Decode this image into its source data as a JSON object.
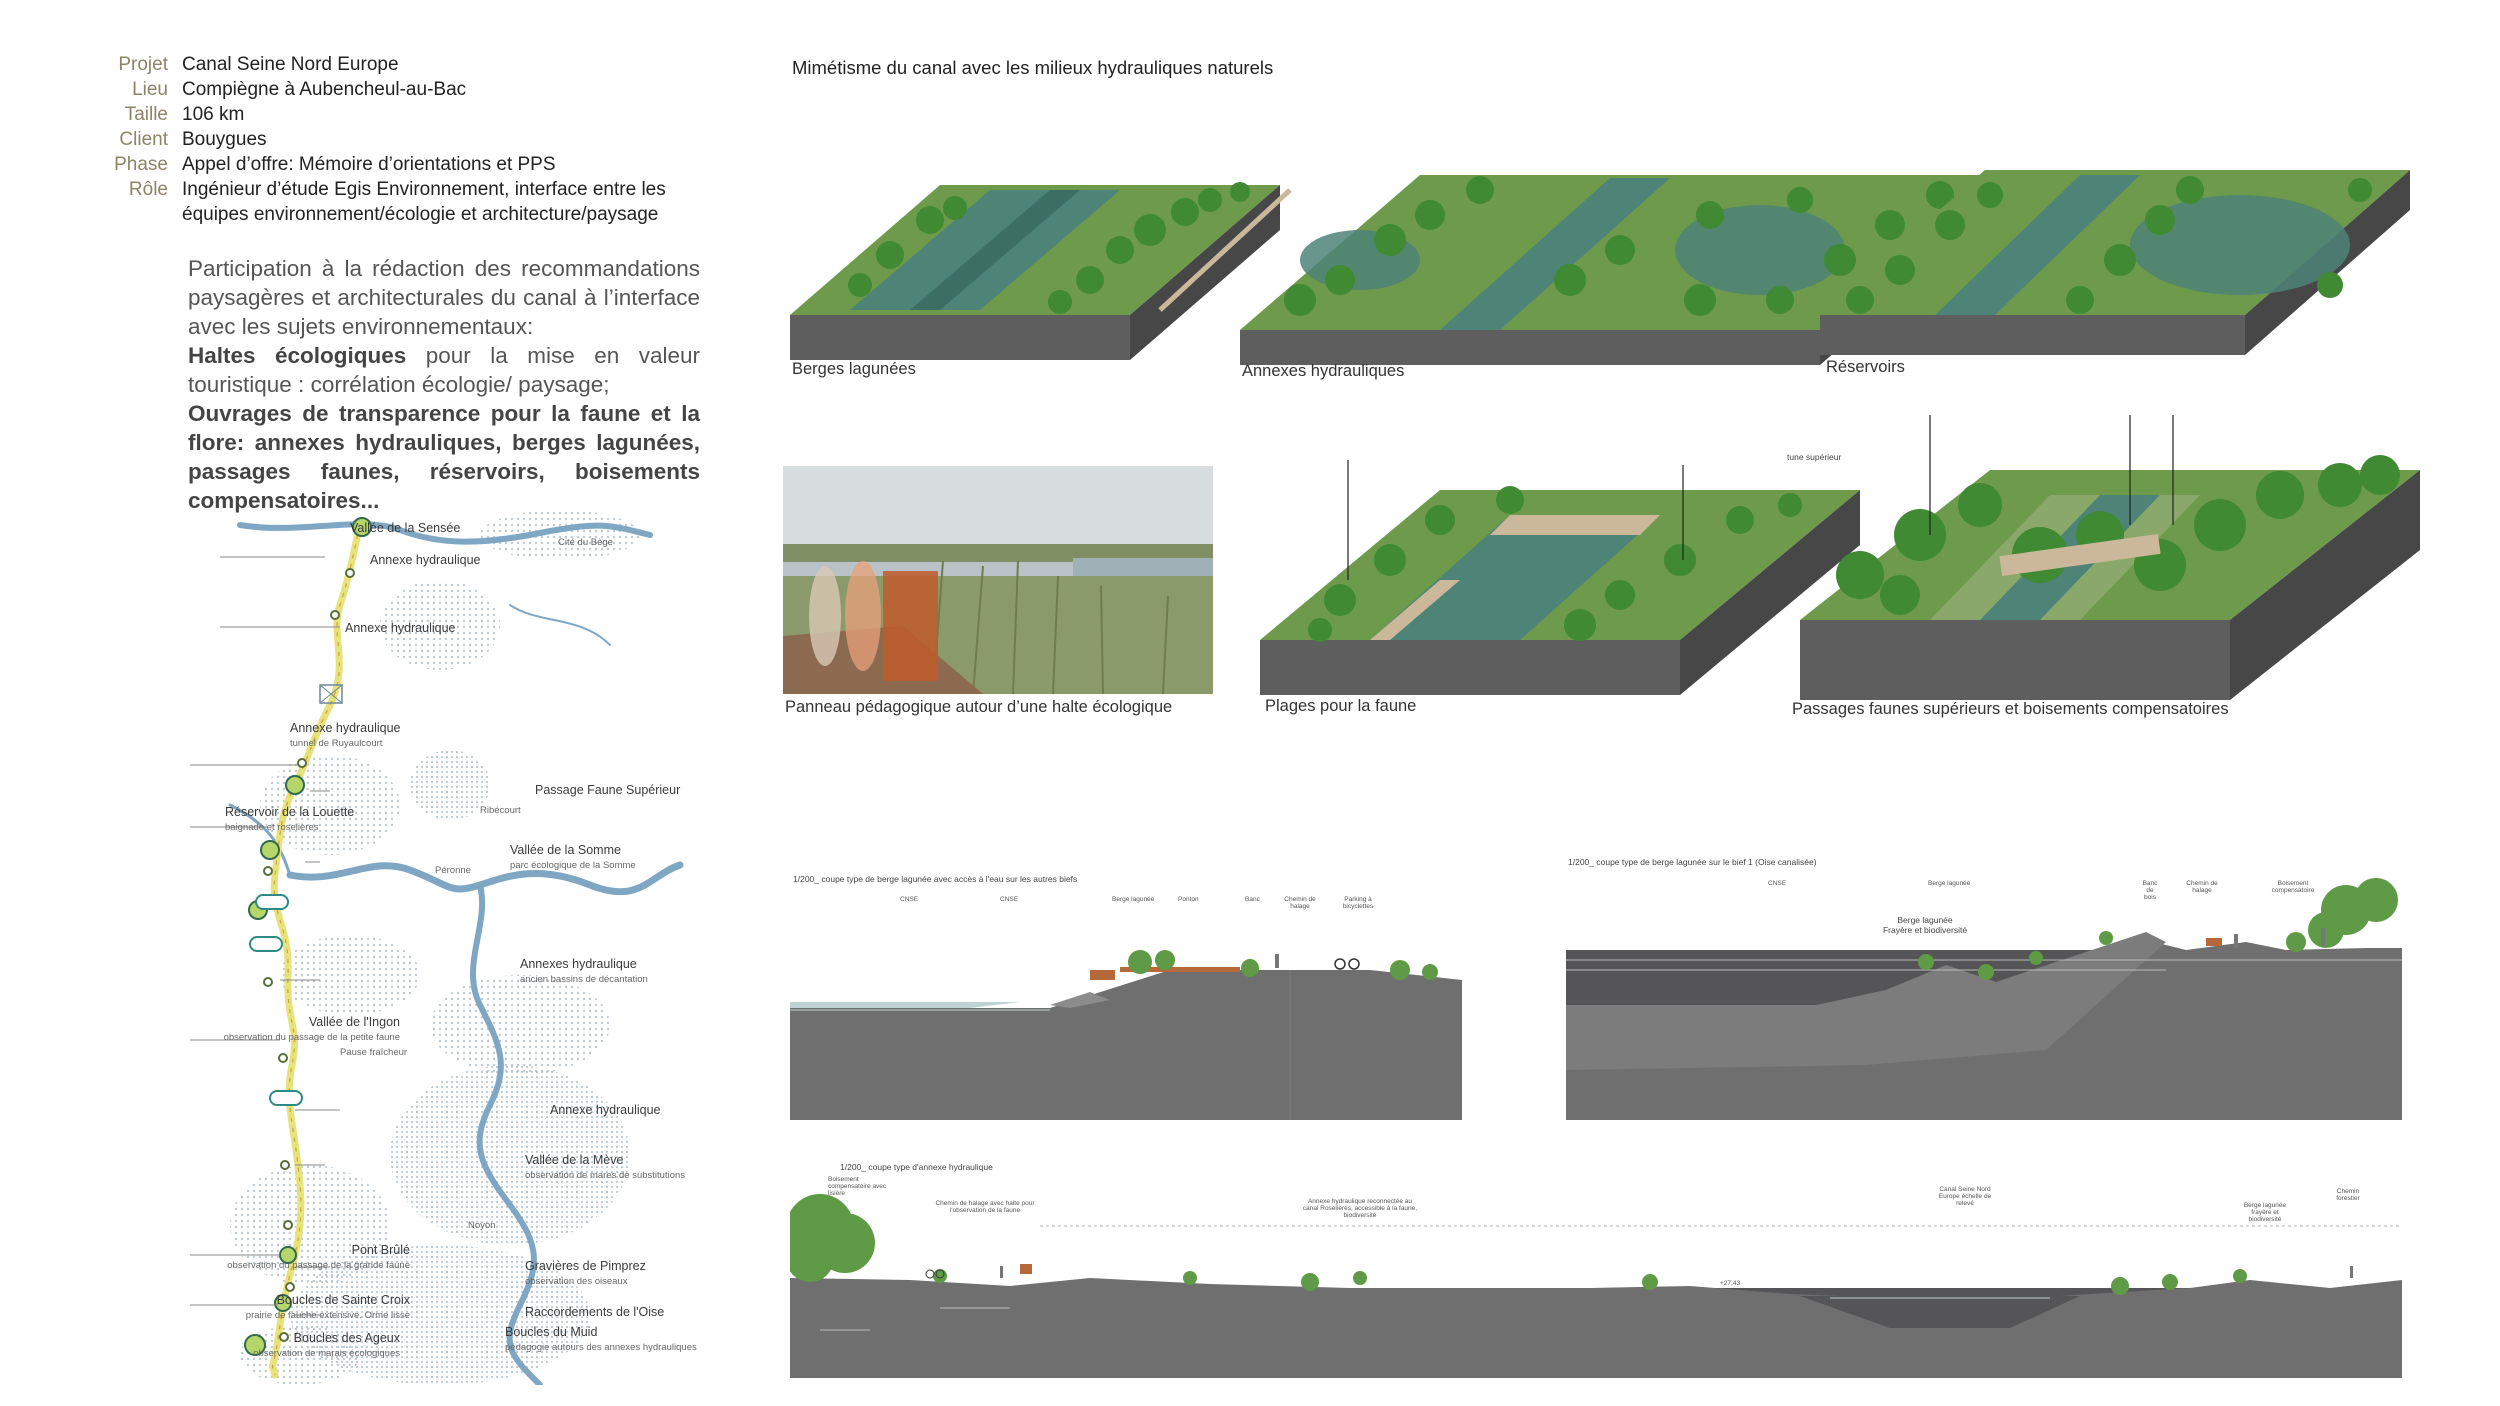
{
  "project_info": [
    {
      "key": "Projet",
      "value": "Canal Seine Nord Europe"
    },
    {
      "key": "Lieu",
      "value": "Compiègne à Aubencheul-au-Bac"
    },
    {
      "key": "Taille",
      "value": "106 km"
    },
    {
      "key": "Client",
      "value": "Bouygues"
    },
    {
      "key": "Phase",
      "value": "Appel d’offre: Mémoire d’orientations et PPS"
    },
    {
      "key": "Rôle",
      "value": "Ingénieur d’étude Egis Environnement, interface entre les équipes environnement/écologie et architecture/paysage"
    }
  ],
  "description": {
    "intro": "Participation à la rédaction des recommandations paysagères et architecturales du canal à l’interface avec les sujets environnementaux:",
    "haltes_bold": "Haltes écologiques",
    "haltes_text": " pour la mise en valeur touristique : corrélation écologie/ paysage;",
    "ouvrages": "Ouvrages de transparence pour la faune et la flore: annexes hydrauliques, berges lagunées, passages faunes, réservoirs, boisements compensatoires..."
  },
  "map": {
    "labels": [
      {
        "text": "Vallée de la Sensée",
        "sub": ""
      },
      {
        "text": "Annexe hydraulique",
        "sub": ""
      },
      {
        "text": "Annexe hydraulique",
        "sub": ""
      },
      {
        "text": "Annexe hydraulique",
        "sub": "tunnel de Ruyaulcourt"
      },
      {
        "text": "Passage Faune Supérieur",
        "sub": ""
      },
      {
        "text": "Réservoir de la Louette",
        "sub": "baignade et roselières"
      },
      {
        "text": "Vallée de la Somme",
        "sub": "parc écologique de la Somme"
      },
      {
        "text": "Annexes hydraulique",
        "sub": "ancien bassins de décantation"
      },
      {
        "text": "Vallée de l'Ingon",
        "sub": "observation du passage de la petite faune"
      },
      {
        "text": "Annexe hydraulique",
        "sub": ""
      },
      {
        "text": "Vallée de la Mève",
        "sub": "observation de mares de substitutions"
      },
      {
        "text": "Pont Brûlé",
        "sub": "observation du passage de la grande faune"
      },
      {
        "text": "Gravières de Pimprez",
        "sub": "observation des oiseaux"
      },
      {
        "text": "Boucles de Sainte Croix",
        "sub": "prairie de fauche extensive. Orme lisse"
      },
      {
        "text": "Raccordements de l'Oise",
        "sub": ""
      },
      {
        "text": "Boucles des Ageux",
        "sub": "observation de marais écologiques"
      },
      {
        "text": "Boucles du Muid",
        "sub": "pédagogie autours des annexes hydrauliques"
      }
    ],
    "towns": [
      "Cité du Bège",
      "Péronne",
      "Noyon",
      "Ribécourt",
      "Pause fraîcheur"
    ]
  },
  "main_title": "Mimétisme du canal avec les milieux hydrauliques naturels",
  "captions": {
    "berges": "Berges lagunées",
    "annexes": "Annexes hydrauliques",
    "reservoirs": "Réservoirs",
    "panneau": "Panneau pédagogique autour d’une halte écologique",
    "plages": "Plages pour la faune",
    "passages": "Passages faunes supérieurs et boisements compensatoires"
  },
  "sections": {
    "section1_title": "1/200_ coupe type de berge lagunée avec accès à l'eau sur les autres biefs",
    "section1_labels": [
      "CNSE",
      "CNSE",
      "Berge lagunée",
      "Ponton",
      "Banc",
      "Chemin de halage",
      "Parking à bicyclettes"
    ],
    "section2_title": "1/200_ coupe type de berge lagunée sur le bief 1 (Oise canalisée)",
    "section2_labels": [
      "CNSE",
      "Berge lagunée",
      "Banc de bois",
      "Chemin de halage",
      "Boisement compensatoire"
    ],
    "section2_note": "Berge lagunée\nFrayère et biodiversité",
    "section3_title": "1/200_ coupe type d'annexe hydraulique",
    "section3_labels": [
      "Boisement compensatoire avec lisière",
      "Chemin de halage avec halte pour l'observation de la faune",
      "Annexe hydraulique reconnectée au canal Roselières, accessible à la faune, biodiversité",
      "Canal Seine Nord Europe échelle de relevé",
      "Berge lagunée frayère et biodiversité",
      "Chemin forestier"
    ],
    "section3_level": "+27,43",
    "pano_label": "tune supérieur"
  },
  "colors": {
    "water": "#4e8378",
    "ground": "#6f6f6f",
    "soil": "#555557",
    "grass": "#5f9a47",
    "foliage": "#3f8a33",
    "path": "#cbb89a",
    "map_river": "#7fa7c4",
    "map_route": "#e7e37a"
  }
}
